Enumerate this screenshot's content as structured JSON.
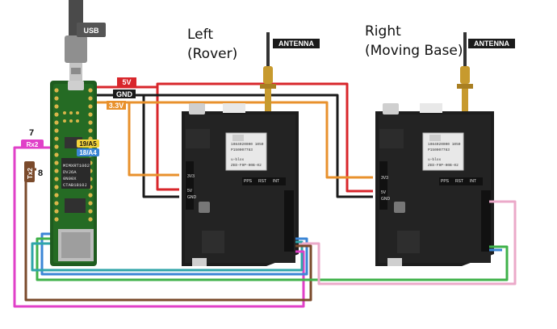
{
  "labels": {
    "left_title_1": "Left",
    "left_title_2": "(Rover)",
    "right_title_1": "Right",
    "right_title_2": "(Moving Base)",
    "antenna_left": "ANTENNA",
    "antenna_right": "ANTENNA",
    "usb": "USB"
  },
  "power_tags": {
    "v5": "5V",
    "gnd": "GND",
    "v33": "3.3V"
  },
  "pins": {
    "rx2_number": "7",
    "rx2_label": "Rx2",
    "tx2_number": "8",
    "tx2_label": "Tx2",
    "a5_label": "19/A5",
    "a4_label": "18/A4"
  },
  "teensy_chip": {
    "line1": "MIMXRT1062",
    "line2": "DVJ6A",
    "line3": "0N00X",
    "line4": "CTAB1810J"
  },
  "gps_module": {
    "brand": "u-blox",
    "model": "ZED-F9P-00B-02",
    "line1": "1084020000 1050",
    "line2": "P150007783"
  },
  "wire_colors": {
    "red": "#d8262b",
    "black": "#1a1a1a",
    "orange": "#e8912c",
    "magenta": "#e040c8",
    "brown": "#7a4a2b",
    "blue": "#3b86d6",
    "green": "#3fb24a",
    "teal": "#2fa5a9",
    "pink": "#eba9c9"
  }
}
